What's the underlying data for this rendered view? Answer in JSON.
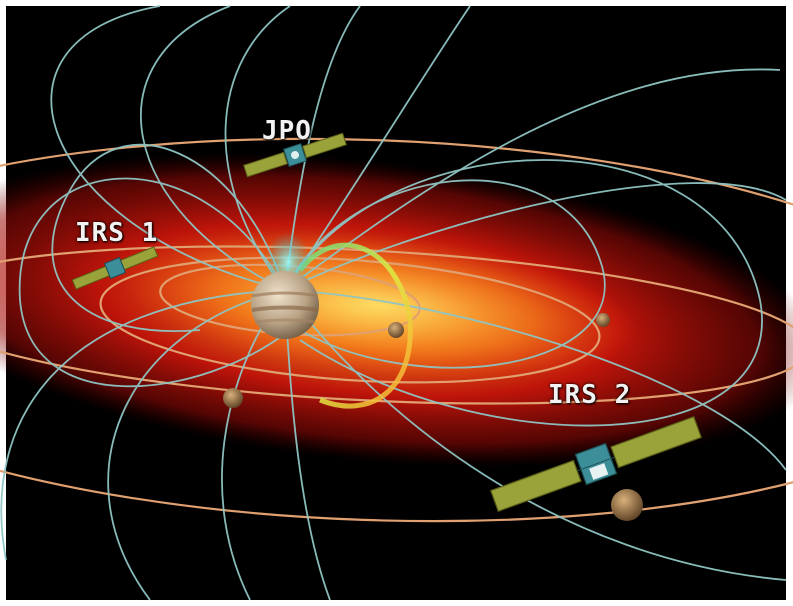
{
  "labels": {
    "jpo": "JPO",
    "irs1": "IRS 1",
    "irs2": "IRS 2"
  },
  "colors": {
    "space": "#000000",
    "field_lines": "#8fc5c3",
    "orbits": "#e0a070",
    "plasma_torus": "#e81a10",
    "satellite_panels": "#9aa23a"
  },
  "icons": [
    "jupiter-planet",
    "moon",
    "satellite",
    "magnetic-field-line",
    "orbit-ring"
  ]
}
